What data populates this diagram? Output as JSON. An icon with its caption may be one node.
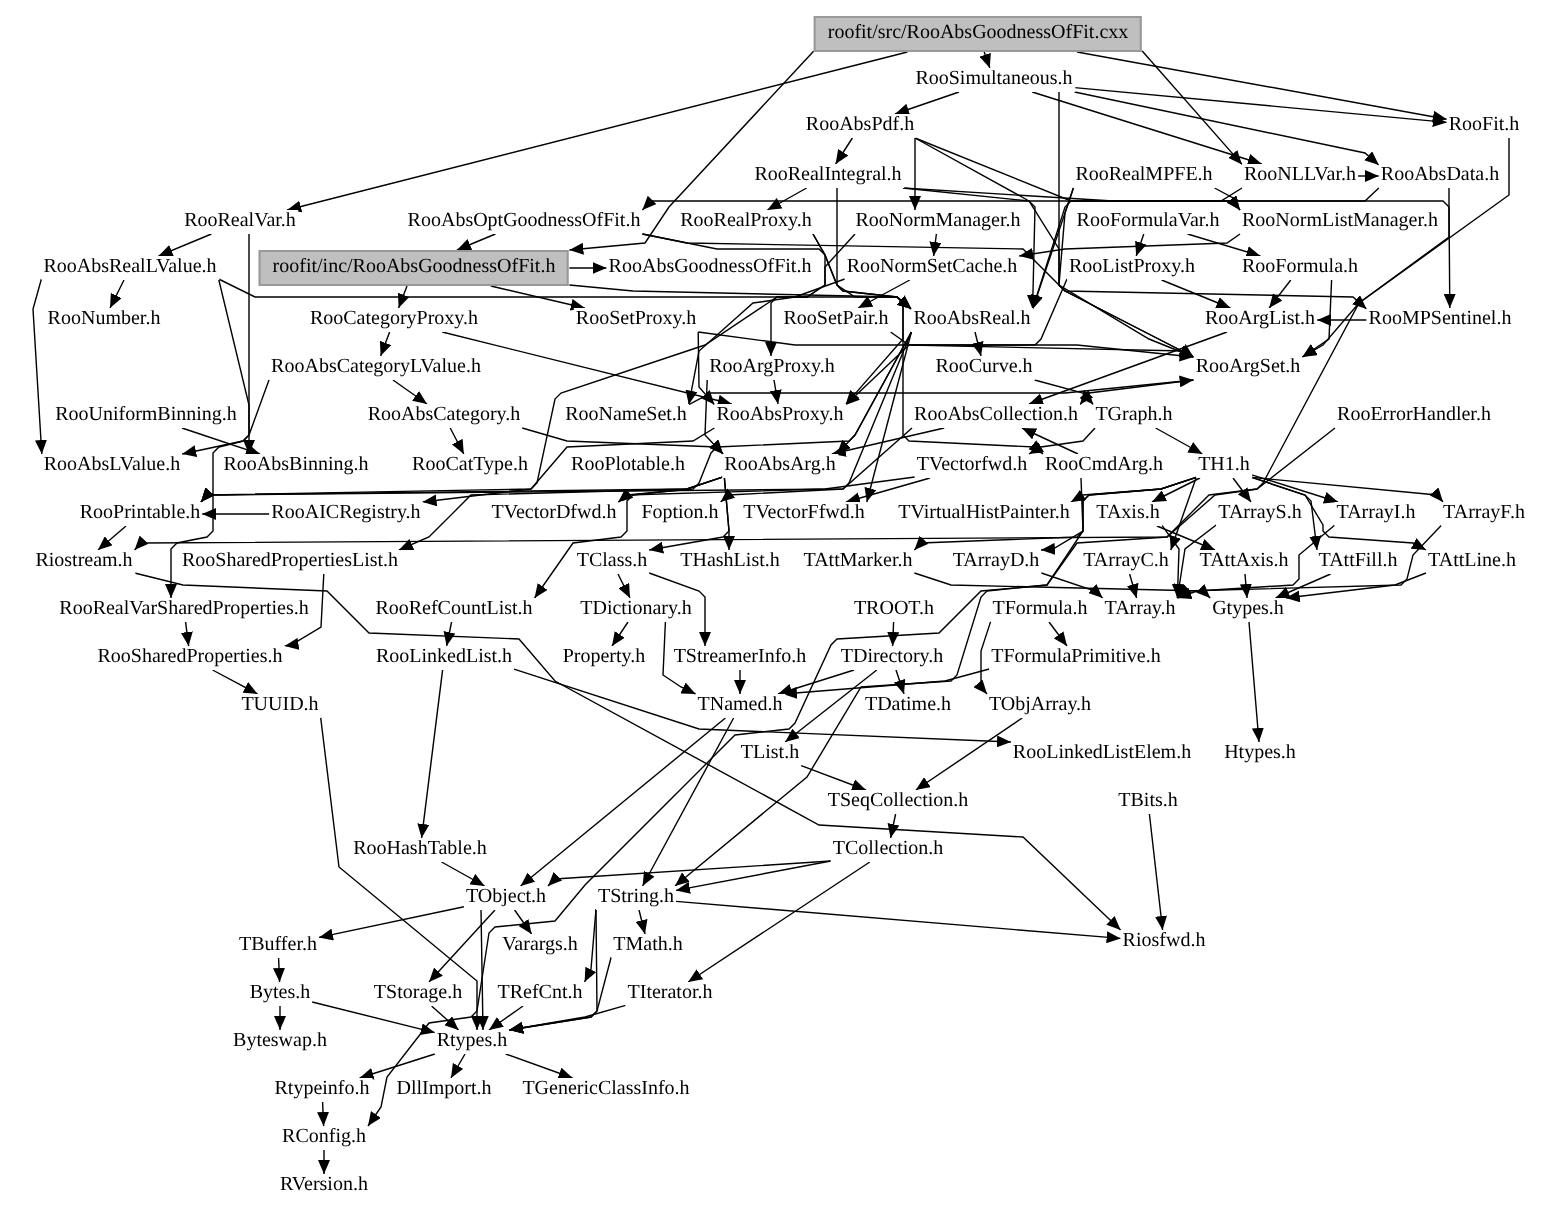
{
  "diagram": {
    "nodes": [
      {
        "text": [
          "roofit/src/RooAbsGoodnessOfFit.cxx"
        ]
      },
      {
        "text": [
          "RooSimultaneous.h"
        ]
      },
      {
        "text": [
          "RooAbsPdf.h"
        ]
      },
      {
        "text": [
          "RooFit.h"
        ]
      },
      {
        "text": [
          "RooRealIntegral.h"
        ]
      },
      {
        "text": [
          "RooRealMPFE.h"
        ]
      },
      {
        "text": [
          "RooNLLVar.h"
        ]
      },
      {
        "text": [
          "RooAbsData.h"
        ]
      },
      {
        "text": [
          "RooRealVar.h"
        ]
      },
      {
        "text": [
          "RooAbsOptGoodnessOfFit.h"
        ]
      },
      {
        "text": [
          "RooRealProxy.h"
        ]
      },
      {
        "text": [
          "RooNormManager.h"
        ]
      },
      {
        "text": [
          "RooFormulaVar.h"
        ]
      },
      {
        "text": [
          "RooNormListManager.h"
        ]
      },
      {
        "text": [
          "RooAbsRealLValue.h"
        ]
      },
      {
        "text": [
          "roofit/inc/RooAbsGoodnessOfFit.h"
        ]
      },
      {
        "text": [
          "RooAbsGoodnessOfFit.h"
        ]
      },
      {
        "text": [
          "RooNormSetCache.h"
        ]
      },
      {
        "text": [
          "RooListProxy.h"
        ]
      },
      {
        "text": [
          "RooFormula.h"
        ]
      },
      {
        "text": [
          "RooNumber.h"
        ]
      },
      {
        "text": [
          "RooCategoryProxy.h"
        ]
      },
      {
        "text": [
          "RooSetProxy.h"
        ]
      },
      {
        "text": [
          "RooSetPair.h"
        ]
      },
      {
        "text": [
          "RooAbsReal.h"
        ]
      },
      {
        "text": [
          "RooArgList.h"
        ]
      },
      {
        "text": [
          "RooMPSentinel.h"
        ]
      },
      {
        "text": [
          "RooAbsCategoryLValue.h"
        ]
      },
      {
        "text": [
          "RooArgProxy.h"
        ]
      },
      {
        "text": [
          "RooCurve.h"
        ]
      },
      {
        "text": [
          "RooArgSet.h"
        ]
      },
      {
        "text": [
          "RooUniformBinning.h"
        ]
      },
      {
        "text": [
          "RooAbsCategory.h"
        ]
      },
      {
        "text": [
          "RooNameSet.h"
        ]
      },
      {
        "text": [
          "RooAbsProxy.h"
        ]
      },
      {
        "text": [
          "RooAbsCollection.h"
        ]
      },
      {
        "text": [
          "TGraph.h"
        ]
      },
      {
        "text": [
          "RooErrorHandler.h"
        ]
      },
      {
        "text": [
          "RooAbsLValue.h"
        ]
      },
      {
        "text": [
          "RooAbsBinning.h"
        ]
      },
      {
        "text": [
          "RooCatType.h"
        ]
      },
      {
        "text": [
          "RooPlotable.h"
        ]
      },
      {
        "text": [
          "RooAbsArg.h"
        ]
      },
      {
        "text": [
          "TVectorfwd.h"
        ]
      },
      {
        "text": [
          "RooCmdArg.h"
        ]
      },
      {
        "text": [
          "TH1.h"
        ]
      },
      {
        "text": [
          "RooPrintable.h"
        ]
      },
      {
        "text": [
          "RooAICRegistry.h"
        ]
      },
      {
        "text": [
          "TVectorDfwd.h"
        ]
      },
      {
        "text": [
          "Foption.h"
        ]
      },
      {
        "text": [
          "TVectorFfwd.h"
        ]
      },
      {
        "text": [
          "TVirtualHistPainter.h"
        ]
      },
      {
        "text": [
          "TAxis.h"
        ]
      },
      {
        "text": [
          "TArrayS.h"
        ]
      },
      {
        "text": [
          "TArrayI.h"
        ]
      },
      {
        "text": [
          "TArrayF.h"
        ]
      },
      {
        "text": [
          "Riostream.h"
        ]
      },
      {
        "text": [
          "RooSharedPropertiesList.h"
        ]
      },
      {
        "text": [
          "TClass.h"
        ]
      },
      {
        "text": [
          "THashList.h"
        ]
      },
      {
        "text": [
          "TAttMarker.h"
        ]
      },
      {
        "text": [
          "TArrayD.h"
        ]
      },
      {
        "text": [
          "TArrayC.h"
        ]
      },
      {
        "text": [
          "TAttAxis.h"
        ]
      },
      {
        "text": [
          "TAttFill.h"
        ]
      },
      {
        "text": [
          "TAttLine.h"
        ]
      },
      {
        "text": [
          "RooRealVarSharedProperties.h"
        ]
      },
      {
        "text": [
          "RooRefCountList.h"
        ]
      },
      {
        "text": [
          "TDictionary.h"
        ]
      },
      {
        "text": [
          "TROOT.h"
        ]
      },
      {
        "text": [
          "TFormula.h"
        ]
      },
      {
        "text": [
          "TArray.h"
        ]
      },
      {
        "text": [
          "Gtypes.h"
        ]
      },
      {
        "text": [
          "RooSharedProperties.h"
        ]
      },
      {
        "text": [
          "RooLinkedList.h"
        ]
      },
      {
        "text": [
          "Property.h"
        ]
      },
      {
        "text": [
          "TStreamerInfo.h"
        ]
      },
      {
        "text": [
          "TDirectory.h"
        ]
      },
      {
        "text": [
          "TFormulaPrimitive.h"
        ]
      },
      {
        "text": [
          "TUUID.h"
        ]
      },
      {
        "text": [
          "TNamed.h"
        ]
      },
      {
        "text": [
          "TDatime.h"
        ]
      },
      {
        "text": [
          "TObjArray.h"
        ]
      },
      {
        "text": [
          "TList.h"
        ]
      },
      {
        "text": [
          "RooLinkedListElem.h"
        ]
      },
      {
        "text": [
          "Htypes.h"
        ]
      },
      {
        "text": [
          "TSeqCollection.h"
        ]
      },
      {
        "text": [
          "TBits.h"
        ]
      },
      {
        "text": [
          "RooHashTable.h"
        ]
      },
      {
        "text": [
          "TCollection.h"
        ]
      },
      {
        "text": [
          "TObject.h"
        ]
      },
      {
        "text": [
          "TString.h"
        ]
      },
      {
        "text": [
          "Riosfwd.h"
        ]
      },
      {
        "text": [
          "TBuffer.h"
        ]
      },
      {
        "text": [
          "Varargs.h"
        ]
      },
      {
        "text": [
          "TMath.h"
        ]
      },
      {
        "text": [
          "Bytes.h"
        ]
      },
      {
        "text": [
          "TStorage.h"
        ]
      },
      {
        "text": [
          "TRefCnt.h"
        ]
      },
      {
        "text": [
          "TIterator.h"
        ]
      },
      {
        "text": [
          "Byteswap.h"
        ]
      },
      {
        "text": [
          "Rtypes.h"
        ]
      },
      {
        "text": [
          "Rtypeinfo.h"
        ]
      },
      {
        "text": [
          "DllImport.h"
        ]
      },
      {
        "text": [
          "TGenericClassInfo.h"
        ]
      },
      {
        "text": [
          "RConfig.h"
        ]
      },
      {
        "text": [
          "RVersion.h"
        ]
      }
    ],
    "edges": [
      {
        "from": 0,
        "to": 1,
        "arrow": "to"
      },
      {
        "from": 0,
        "to": 3,
        "arrow": "to"
      },
      {
        "from": 0,
        "to": 15,
        "arrow": "to"
      },
      {
        "from": 0,
        "to": 8,
        "arrow": "to"
      },
      {
        "from": 0,
        "to": 6,
        "arrow": "to"
      },
      {
        "from": 1,
        "to": 2,
        "arrow": "to"
      },
      {
        "from": 1,
        "to": 3,
        "arrow": "to"
      },
      {
        "from": 1,
        "to": 7,
        "arrow": "to"
      },
      {
        "from": 1,
        "to": 6,
        "arrow": "to"
      },
      {
        "from": 1,
        "to": 30,
        "arrow": "to"
      },
      {
        "from": 2,
        "to": 4,
        "arrow": "to"
      },
      {
        "from": 2,
        "to": 24,
        "arrow": "to"
      },
      {
        "from": 2,
        "to": 13,
        "arrow": "to"
      },
      {
        "from": 2,
        "to": 11,
        "arrow": "to"
      },
      {
        "from": 4,
        "to": 10,
        "arrow": "to"
      },
      {
        "from": 4,
        "to": 24,
        "arrow": "to"
      },
      {
        "from": 4,
        "to": 30,
        "arrow": "to"
      },
      {
        "from": 4,
        "to": 13,
        "arrow": "to"
      },
      {
        "from": 5,
        "to": 30,
        "arrow": "to"
      },
      {
        "from": 5,
        "to": 26,
        "arrow": "to"
      },
      {
        "from": 5,
        "to": 24,
        "arrow": "to"
      },
      {
        "from": 6,
        "to": 9,
        "arrow": "to"
      },
      {
        "from": 6,
        "to": 7,
        "arrow": "to"
      },
      {
        "from": 7,
        "to": 30,
        "arrow": "to"
      },
      {
        "from": 7,
        "to": 24,
        "arrow": "to"
      },
      {
        "from": 8,
        "to": 14,
        "arrow": "to"
      },
      {
        "from": 8,
        "to": 66,
        "arrow": "to"
      },
      {
        "from": 9,
        "to": 15,
        "arrow": "to"
      },
      {
        "from": 9,
        "to": 26,
        "arrow": "to"
      },
      {
        "from": 9,
        "to": 44,
        "arrow": "to"
      },
      {
        "from": 10,
        "to": 28,
        "arrow": "to"
      },
      {
        "from": 10,
        "to": 34,
        "arrow": "to"
      },
      {
        "from": 11,
        "to": 17,
        "arrow": "to"
      },
      {
        "from": 11,
        "to": 47,
        "arrow": "to"
      },
      {
        "from": 12,
        "to": 18,
        "arrow": "to"
      },
      {
        "from": 12,
        "to": 19,
        "arrow": "to"
      },
      {
        "from": 13,
        "to": 17,
        "arrow": "to"
      },
      {
        "from": 14,
        "to": 24,
        "arrow": "to"
      },
      {
        "from": 14,
        "to": 38,
        "arrow": "to"
      },
      {
        "from": 14,
        "to": 39,
        "arrow": "to"
      },
      {
        "from": 14,
        "to": 20,
        "arrow": "to"
      },
      {
        "from": 15,
        "to": 22,
        "arrow": "to"
      },
      {
        "from": 15,
        "to": 21,
        "arrow": "to"
      },
      {
        "from": 15,
        "to": 24,
        "arrow": "to"
      },
      {
        "from": 15,
        "to": 16,
        "arrow": "to"
      },
      {
        "from": 17,
        "to": 23,
        "arrow": "to"
      },
      {
        "from": 17,
        "to": 33,
        "arrow": "to"
      },
      {
        "from": 18,
        "to": 25,
        "arrow": "to"
      },
      {
        "from": 18,
        "to": 34,
        "arrow": "to"
      },
      {
        "from": 19,
        "to": 25,
        "arrow": "to"
      },
      {
        "from": 19,
        "to": 30,
        "arrow": "to"
      },
      {
        "from": 21,
        "to": 27,
        "arrow": "to"
      },
      {
        "from": 21,
        "to": 34,
        "arrow": "to"
      },
      {
        "from": 22,
        "to": 30,
        "arrow": "to"
      },
      {
        "from": 22,
        "to": 34,
        "arrow": "to"
      },
      {
        "from": 23,
        "to": 30,
        "arrow": "to"
      },
      {
        "from": 24,
        "to": 42,
        "arrow": "to"
      },
      {
        "from": 24,
        "to": 29,
        "arrow": "to"
      },
      {
        "from": 24,
        "to": 48,
        "arrow": "to"
      },
      {
        "from": 24,
        "to": 49,
        "arrow": "to"
      },
      {
        "from": 24,
        "to": 50,
        "arrow": "to"
      },
      {
        "from": 25,
        "to": 35,
        "arrow": "to"
      },
      {
        "from": 26,
        "to": 25,
        "arrow": "to"
      },
      {
        "from": 27,
        "to": 32,
        "arrow": "to"
      },
      {
        "from": 27,
        "to": 38,
        "arrow": "to"
      },
      {
        "from": 28,
        "to": 42,
        "arrow": "to"
      },
      {
        "from": 28,
        "to": 34,
        "arrow": "to"
      },
      {
        "from": 29,
        "to": 36,
        "arrow": "to"
      },
      {
        "from": 30,
        "to": 35,
        "arrow": "to"
      },
      {
        "from": 31,
        "to": 39,
        "arrow": "to"
      },
      {
        "from": 32,
        "to": 40,
        "arrow": "to"
      },
      {
        "from": 32,
        "to": 42,
        "arrow": "to"
      },
      {
        "from": 33,
        "to": 30,
        "arrow": "to"
      },
      {
        "from": 34,
        "to": 46,
        "arrow": "to"
      },
      {
        "from": 35,
        "to": 42,
        "arrow": "to"
      },
      {
        "from": 35,
        "to": 46,
        "arrow": "to"
      },
      {
        "from": 36,
        "to": 45,
        "arrow": "to"
      },
      {
        "from": 36,
        "to": 43,
        "arrow": "to"
      },
      {
        "from": 37,
        "to": 56,
        "arrow": "to"
      },
      {
        "from": 42,
        "to": 46,
        "arrow": "to"
      },
      {
        "from": 42,
        "to": 57,
        "arrow": "to"
      },
      {
        "from": 42,
        "to": 67,
        "arrow": "to"
      },
      {
        "from": 42,
        "to": 58,
        "arrow": "to"
      },
      {
        "from": 42,
        "to": 59,
        "arrow": "to"
      },
      {
        "from": 43,
        "to": 48,
        "arrow": "to"
      },
      {
        "from": 43,
        "to": 50,
        "arrow": "to"
      },
      {
        "from": 44,
        "to": 35,
        "arrow": "to"
      },
      {
        "from": 44,
        "to": 91,
        "arrow": "to"
      },
      {
        "from": 45,
        "to": 52,
        "arrow": "to"
      },
      {
        "from": 45,
        "to": 53,
        "arrow": "to"
      },
      {
        "from": 45,
        "to": 54,
        "arrow": "to"
      },
      {
        "from": 45,
        "to": 55,
        "arrow": "to"
      },
      {
        "from": 45,
        "to": 62,
        "arrow": "to"
      },
      {
        "from": 45,
        "to": 61,
        "arrow": "to"
      },
      {
        "from": 45,
        "to": 60,
        "arrow": "to"
      },
      {
        "from": 45,
        "to": 64,
        "arrow": "to"
      },
      {
        "from": 45,
        "to": 65,
        "arrow": "to"
      },
      {
        "from": 45,
        "to": 51,
        "arrow": "to"
      },
      {
        "from": 46,
        "to": 56,
        "arrow": "to"
      },
      {
        "from": 47,
        "to": 46,
        "arrow": "to"
      },
      {
        "from": 52,
        "to": 63,
        "arrow": "to"
      },
      {
        "from": 52,
        "to": 71,
        "arrow": "to"
      },
      {
        "from": 53,
        "to": 71,
        "arrow": "to"
      },
      {
        "from": 54,
        "to": 71,
        "arrow": "to"
      },
      {
        "from": 55,
        "to": 71,
        "arrow": "to"
      },
      {
        "from": 61,
        "to": 71,
        "arrow": "to"
      },
      {
        "from": 62,
        "to": 71,
        "arrow": "to"
      },
      {
        "from": 60,
        "to": 72,
        "arrow": "to"
      },
      {
        "from": 63,
        "to": 72,
        "arrow": "to"
      },
      {
        "from": 64,
        "to": 72,
        "arrow": "to"
      },
      {
        "from": 65,
        "to": 72,
        "arrow": "to"
      },
      {
        "from": 57,
        "to": 73,
        "arrow": "to"
      },
      {
        "from": 66,
        "to": 73,
        "arrow": "to"
      },
      {
        "from": 67,
        "to": 74,
        "arrow": "to"
      },
      {
        "from": 58,
        "to": 68,
        "arrow": "to"
      },
      {
        "from": 58,
        "to": 76,
        "arrow": "to"
      },
      {
        "from": 68,
        "to": 75,
        "arrow": "to"
      },
      {
        "from": 68,
        "to": 80,
        "arrow": "to"
      },
      {
        "from": 69,
        "to": 77,
        "arrow": "to"
      },
      {
        "from": 70,
        "to": 78,
        "arrow": "to"
      },
      {
        "from": 70,
        "to": 82,
        "arrow": "to"
      },
      {
        "from": 72,
        "to": 85,
        "arrow": "to"
      },
      {
        "from": 74,
        "to": 84,
        "arrow": "to"
      },
      {
        "from": 74,
        "to": 88,
        "arrow": "to"
      },
      {
        "from": 76,
        "to": 80,
        "arrow": "to"
      },
      {
        "from": 77,
        "to": 80,
        "arrow": "to"
      },
      {
        "from": 77,
        "to": 81,
        "arrow": "to"
      },
      {
        "from": 77,
        "to": 83,
        "arrow": "to"
      },
      {
        "from": 78,
        "to": 80,
        "arrow": "to"
      },
      {
        "from": 80,
        "to": 90,
        "arrow": "to"
      },
      {
        "from": 80,
        "to": 91,
        "arrow": "to"
      },
      {
        "from": 82,
        "to": 86,
        "arrow": "to"
      },
      {
        "from": 83,
        "to": 86,
        "arrow": "to"
      },
      {
        "from": 86,
        "to": 89,
        "arrow": "to"
      },
      {
        "from": 89,
        "to": 90,
        "arrow": "to"
      },
      {
        "from": 89,
        "to": 99,
        "arrow": "to"
      },
      {
        "from": 89,
        "to": 91,
        "arrow": "to"
      },
      {
        "from": 73,
        "to": 79,
        "arrow": "to"
      },
      {
        "from": 79,
        "to": 101,
        "arrow": "to"
      },
      {
        "from": 88,
        "to": 90,
        "arrow": "to"
      },
      {
        "from": 90,
        "to": 101,
        "arrow": "to"
      },
      {
        "from": 90,
        "to": 93,
        "arrow": "to"
      },
      {
        "from": 90,
        "to": 94,
        "arrow": "to"
      },
      {
        "from": 90,
        "to": 97,
        "arrow": "to"
      },
      {
        "from": 91,
        "to": 98,
        "arrow": "to"
      },
      {
        "from": 91,
        "to": 95,
        "arrow": "to"
      },
      {
        "from": 91,
        "to": 101,
        "arrow": "to"
      },
      {
        "from": 91,
        "to": 92,
        "arrow": "to"
      },
      {
        "from": 95,
        "to": 101,
        "arrow": "to"
      },
      {
        "from": 93,
        "to": 96,
        "arrow": "to"
      },
      {
        "from": 96,
        "to": 100,
        "arrow": "to"
      },
      {
        "from": 96,
        "to": 101,
        "arrow": "to"
      },
      {
        "from": 97,
        "to": 101,
        "arrow": "to"
      },
      {
        "from": 98,
        "to": 101,
        "arrow": "to"
      },
      {
        "from": 99,
        "to": 101,
        "arrow": "to"
      },
      {
        "from": 101,
        "to": 102,
        "arrow": "to"
      },
      {
        "from": 101,
        "to": 103,
        "arrow": "to"
      },
      {
        "from": 101,
        "to": 104,
        "arrow": "to"
      },
      {
        "from": 102,
        "to": 105,
        "arrow": "to"
      },
      {
        "from": 105,
        "to": 106,
        "arrow": "to"
      },
      {
        "from": 87,
        "to": 92,
        "arrow": "to"
      },
      {
        "from": 56,
        "to": 92,
        "arrow": "to"
      },
      {
        "from": 3,
        "to": 105,
        "arrow": "to"
      }
    ]
  }
}
